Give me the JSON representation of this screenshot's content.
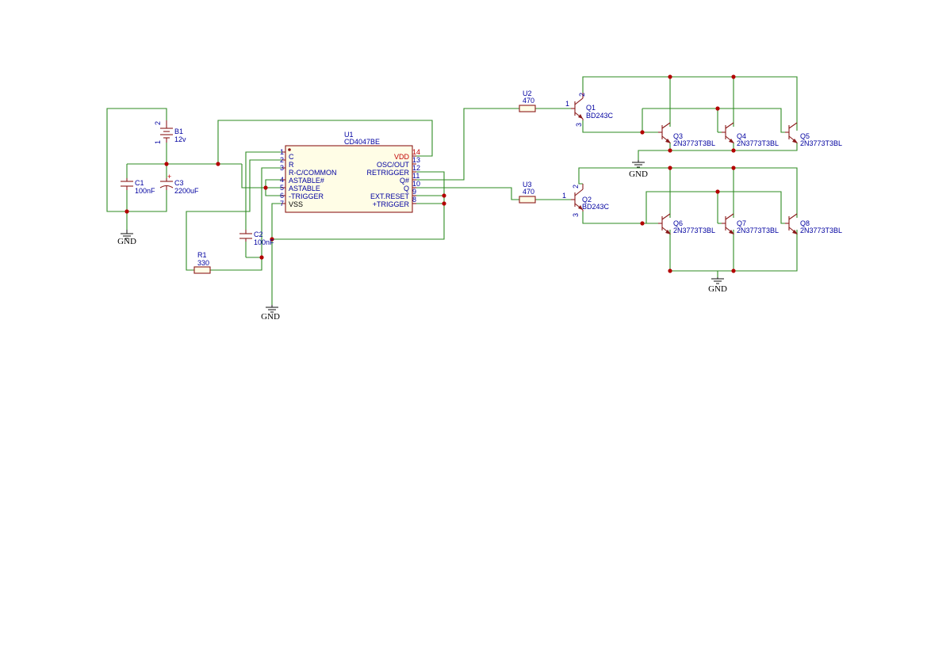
{
  "schematic": {
    "components": {
      "B1": {
        "ref": "B1",
        "value": "12v",
        "pin_top": "2",
        "pin_bottom": "1"
      },
      "C1": {
        "ref": "C1",
        "value": "100nF"
      },
      "C3": {
        "ref": "C3",
        "value": "2200uF",
        "polarity": "+"
      },
      "C2": {
        "ref": "C2",
        "value": "100nF"
      },
      "R1": {
        "ref": "R1",
        "value": "330"
      },
      "U1": {
        "ref": "U1",
        "value": "CD4047BE",
        "left_pins": [
          {
            "num": "1",
            "name": "C"
          },
          {
            "num": "2",
            "name": "R"
          },
          {
            "num": "3",
            "name": "R-C/COMMON"
          },
          {
            "num": "4",
            "name": "ASTABLE#"
          },
          {
            "num": "5",
            "name": "ASTABLE"
          },
          {
            "num": "6",
            "name": "-TRIGGER"
          },
          {
            "num": "7",
            "name": "VSS"
          }
        ],
        "right_pins": [
          {
            "num": "14",
            "name": "VDD"
          },
          {
            "num": "13",
            "name": "OSC/OUT"
          },
          {
            "num": "12",
            "name": "RETRIGGER"
          },
          {
            "num": "11",
            "name": "Q#"
          },
          {
            "num": "10",
            "name": "Q"
          },
          {
            "num": "9",
            "name": "EXT.RESET"
          },
          {
            "num": "8",
            "name": "+TRIGGER"
          }
        ]
      },
      "U2": {
        "ref": "U2",
        "value": "470"
      },
      "U3": {
        "ref": "U3",
        "value": "470"
      },
      "Q1": {
        "ref": "Q1",
        "value": "BD243C",
        "pin_b": "1",
        "pin_c": "2",
        "pin_e": "3"
      },
      "Q2": {
        "ref": "Q2",
        "value": "BD243C",
        "pin_b": "1",
        "pin_c": "2",
        "pin_e": "3"
      },
      "Q3": {
        "ref": "Q3",
        "value": "2N3773T3BL"
      },
      "Q4": {
        "ref": "Q4",
        "value": "2N3773T3BL"
      },
      "Q5": {
        "ref": "Q5",
        "value": "2N3773T3BL"
      },
      "Q6": {
        "ref": "Q6",
        "value": "2N3773T3BL"
      },
      "Q7": {
        "ref": "Q7",
        "value": "2N3773T3BL"
      },
      "Q8": {
        "ref": "Q8",
        "value": "2N3773T3BL"
      }
    },
    "ground_label": "GND",
    "colors": {
      "wire": "#2e8b22",
      "component": "#8b1a1a",
      "text": "#0000a0",
      "junction": "#b30000",
      "power_pin": "#c00000"
    }
  }
}
